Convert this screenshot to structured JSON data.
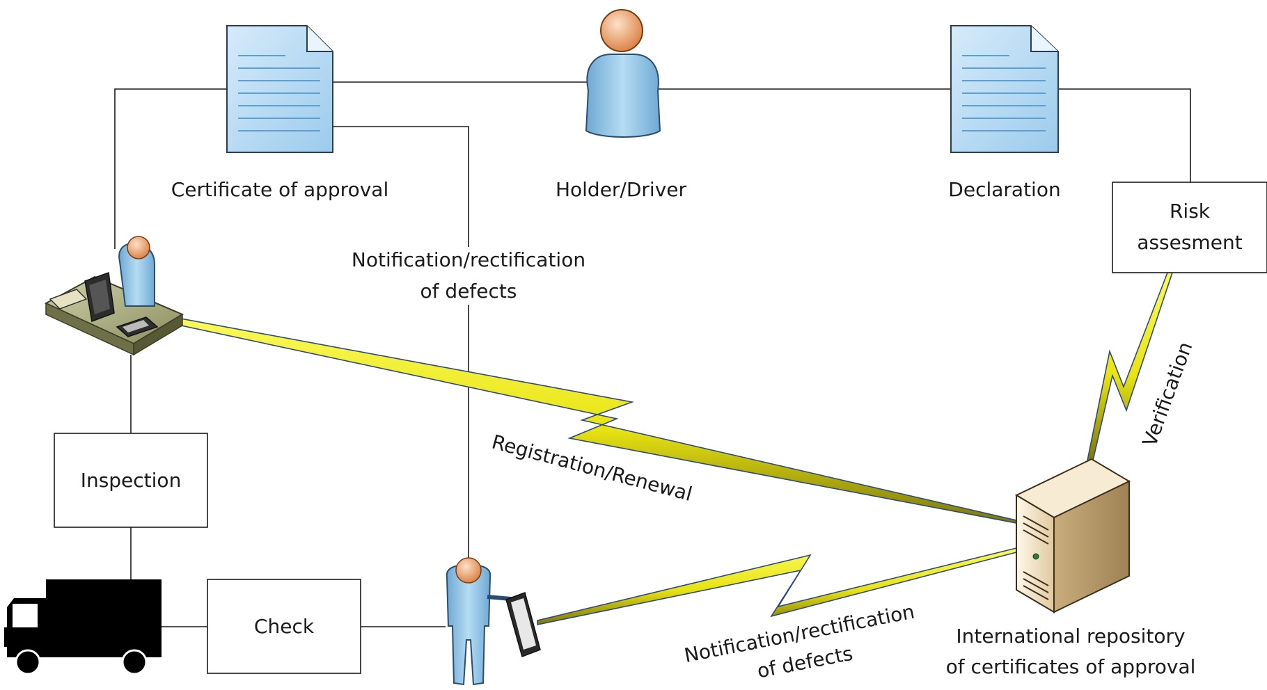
{
  "labels": {
    "certificate": "Certificate of approval",
    "holder": "Holder/Driver",
    "declaration": "Declaration",
    "risk_line1": "Risk",
    "risk_line2": "assesment",
    "notif_top_line1": "Notification/rectification",
    "notif_top_line2": "of defects",
    "inspection": "Inspection",
    "check": "Check",
    "registration": "Registration/Renewal",
    "verification": "Verification",
    "notif_bottom_line1": "Notification/rectification",
    "notif_bottom_line2": "of defects",
    "repo_line1": "International repository",
    "repo_line2": "of certificates of approval"
  },
  "icons": {
    "certificate": "document-icon",
    "declaration": "document-icon",
    "holder": "person-icon",
    "office": "office-worker-at-desk-icon",
    "inspector": "inspector-with-tablet-icon",
    "truck": "truck-icon",
    "server": "server-icon"
  },
  "colors": {
    "line": "#1a1a1a",
    "doc_fill": "#b9d9f1",
    "doc_stroke": "#2a3d55",
    "person_body": "#8fc3e6",
    "person_head": "#f0a66d",
    "bolt_light": "#f6f31a",
    "bolt_dark": "#8e8a0c",
    "bolt_edge": "#2f4a7a",
    "server_body": "#e9d8b8",
    "truck": "#000000"
  }
}
